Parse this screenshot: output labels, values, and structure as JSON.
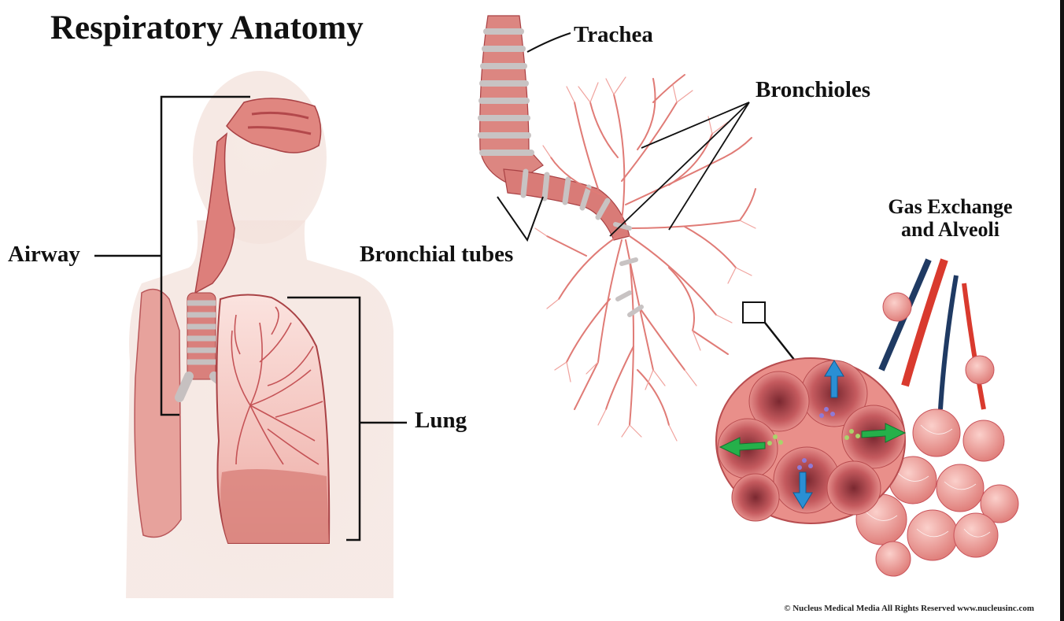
{
  "title": "Respiratory Anatomy",
  "labels": {
    "trachea": "Trachea",
    "bronchioles": "Bronchioles",
    "gas_exchange": "Gas Exchange and Alveoli",
    "airway": "Airway",
    "bronchial_tubes": "Bronchial tubes",
    "lung": "Lung"
  },
  "credit": "© Nucleus Medical Media   All Rights Reserved   www.nucleusinc.com",
  "colors": {
    "tissue": "#e58a86",
    "tissue_dark": "#b8474a",
    "cartilage": "#c9c4c4",
    "vein": "#1f3a63",
    "artery": "#d93a2e",
    "arrow_blue": "#2a8fd4",
    "arrow_green": "#25b04a"
  }
}
